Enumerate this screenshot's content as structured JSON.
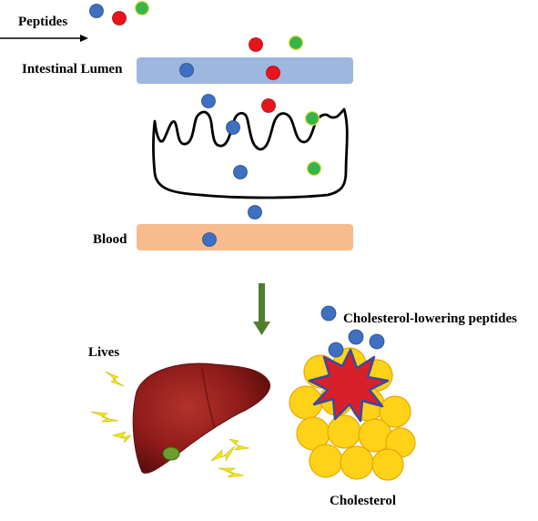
{
  "labels": {
    "peptides": "Peptides",
    "intestinal_lumen": "Intestinal Lumen",
    "blood": "Blood",
    "lives": "Lives",
    "cholesterol_lowering_peptides": "Cholesterol-lowering peptides",
    "cholesterol": "Cholesterol"
  },
  "colors": {
    "peptide_blue": "#3f6fc0",
    "peptide_red": "#e8141c",
    "peptide_green": "#37b54a",
    "lumen_band": "#9db7df",
    "blood_band": "#f7bb8e",
    "arrow_green": "#507e2e",
    "liver": "#8f1c1a",
    "cholesterol_yellow": "#ffd21a",
    "burst_red": "#d8202a",
    "burst_outline": "#3b4aa0",
    "lightning": "#f2e51c"
  },
  "icons": {
    "flow_arrow": "down-arrow-icon",
    "liver": "liver-icon",
    "burst": "burst-icon",
    "lightning": "lightning-icon",
    "cholesterol": "cholesterol-cluster-icon"
  }
}
